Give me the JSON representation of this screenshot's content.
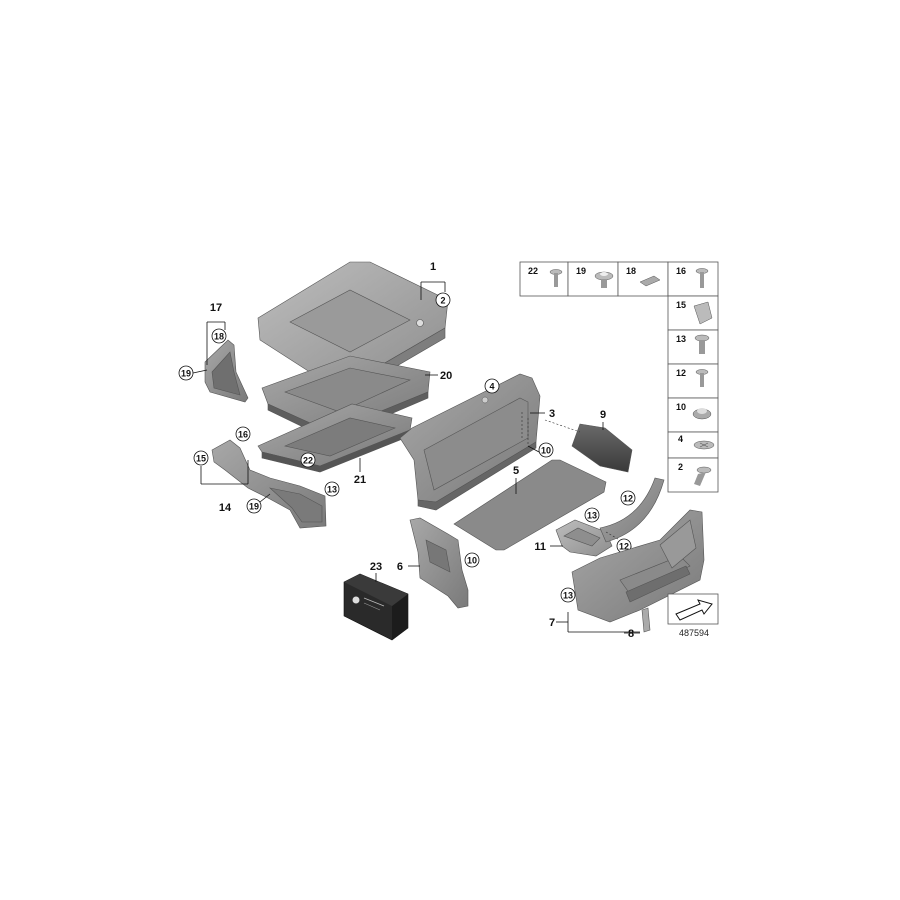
{
  "diagram": {
    "reference_number": "487594",
    "labels": {
      "cover": "1",
      "fastener_2": "2",
      "side_panel": "3",
      "fastener_4": "4",
      "floor_mat": "5",
      "bracket_left": "6",
      "rear_trim": "7",
      "clip_8": "8",
      "small_panel": "9",
      "fastener_10": "10",
      "insert_11": "11",
      "fastener_12": "12",
      "fastener_13": "13",
      "rail_trim": "14",
      "fastener_15": "15",
      "fastener_16": "16",
      "corner_trim": "17",
      "fastener_18": "18",
      "fastener_19": "19",
      "tray_upper": "20",
      "tray_lower": "21",
      "fastener_22": "22",
      "first_aid_kit": "23"
    },
    "hardware_top_row": [
      "22",
      "19",
      "18",
      "16"
    ],
    "hardware_column": [
      "15",
      "13",
      "12",
      "10",
      "4",
      "2"
    ]
  }
}
